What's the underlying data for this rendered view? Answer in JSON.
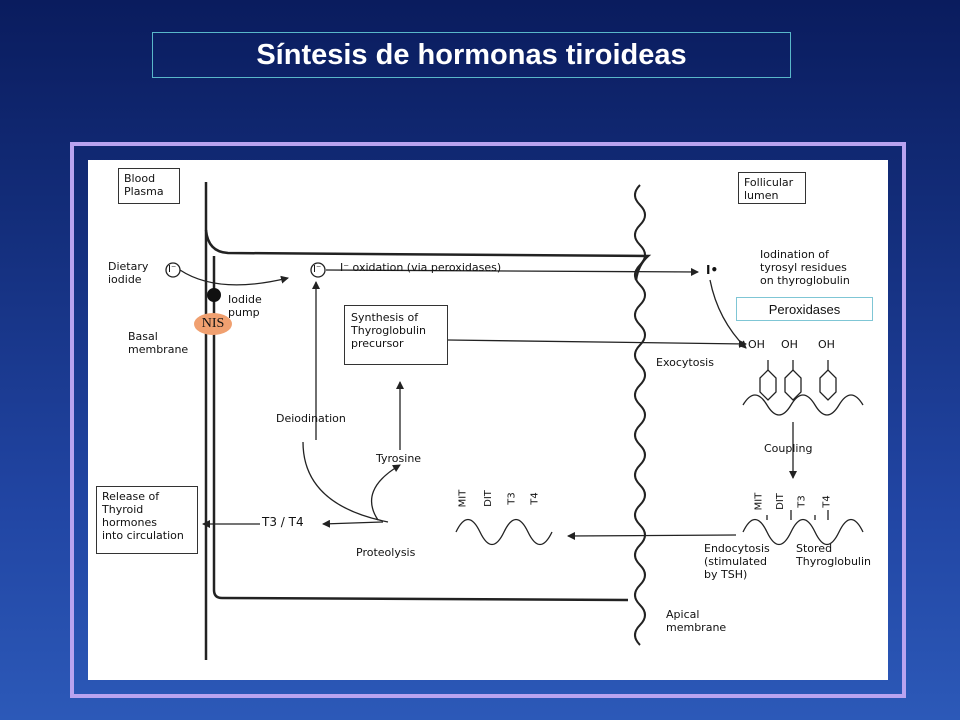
{
  "slide": {
    "title": "Síntesis de hormonas tiroideas"
  },
  "diagram": {
    "blood_plasma": [
      "Blood",
      "Plasma"
    ],
    "follicular_lumen": [
      "Follicular",
      "lumen"
    ],
    "dietary_iodide": [
      "Dietary",
      "iodide"
    ],
    "iodide_pump": [
      "Iodide",
      "pump"
    ],
    "basal_membrane": [
      "Basal",
      "membrane"
    ],
    "nis_label": "NIS",
    "iodide_ion_left": "I⁻",
    "iodide_ion_mid": "I⁻",
    "oxidation_label": "I⁻ oxidation (via peroxidases)",
    "iodine_atom": "I•",
    "iodination": [
      "Iodination of",
      "tyrosyl residues",
      "on thyroglobulin"
    ],
    "peroxidases_label": "Peroxidases",
    "synthesis_box": [
      "Synthesis of",
      "Thyroglobulin",
      "precursor"
    ],
    "exocytosis": "Exocytosis",
    "oh_labels": [
      "OH",
      "OH",
      "OH"
    ],
    "deiodination": "Deiodination",
    "tyrosine": "Tyrosine",
    "coupling": "Coupling",
    "release_box": [
      "Release of",
      "Thyroid",
      "hormones",
      "into circulation"
    ],
    "t3_t4": "T3 / T4",
    "proteolysis": "Proteolysis",
    "residue_labels_left": [
      "MIT",
      "DIT",
      "T3",
      "T4"
    ],
    "residue_labels_right": [
      "MIT",
      "DIT",
      "T3",
      "T4"
    ],
    "endocytosis": [
      "Endocytosis",
      "(stimulated",
      "by TSH)"
    ],
    "stored_tg": [
      "Stored",
      "Thyroglobulin"
    ],
    "apical_membrane": [
      "Apical",
      "membrane"
    ]
  }
}
